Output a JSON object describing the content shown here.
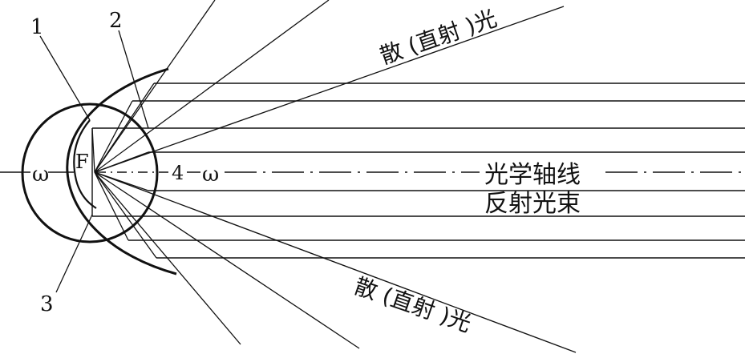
{
  "labels": {
    "num1": "1",
    "num2": "2",
    "num3": "3",
    "num4": "4",
    "focus": "F",
    "omega_left": "ω",
    "omega_right": "ω",
    "scatter_top": "散 (直射 )光",
    "optical_axis": "光学轴线",
    "reflected_beam": "反射光束",
    "scatter_bottom": "散 (直射 )光"
  }
}
